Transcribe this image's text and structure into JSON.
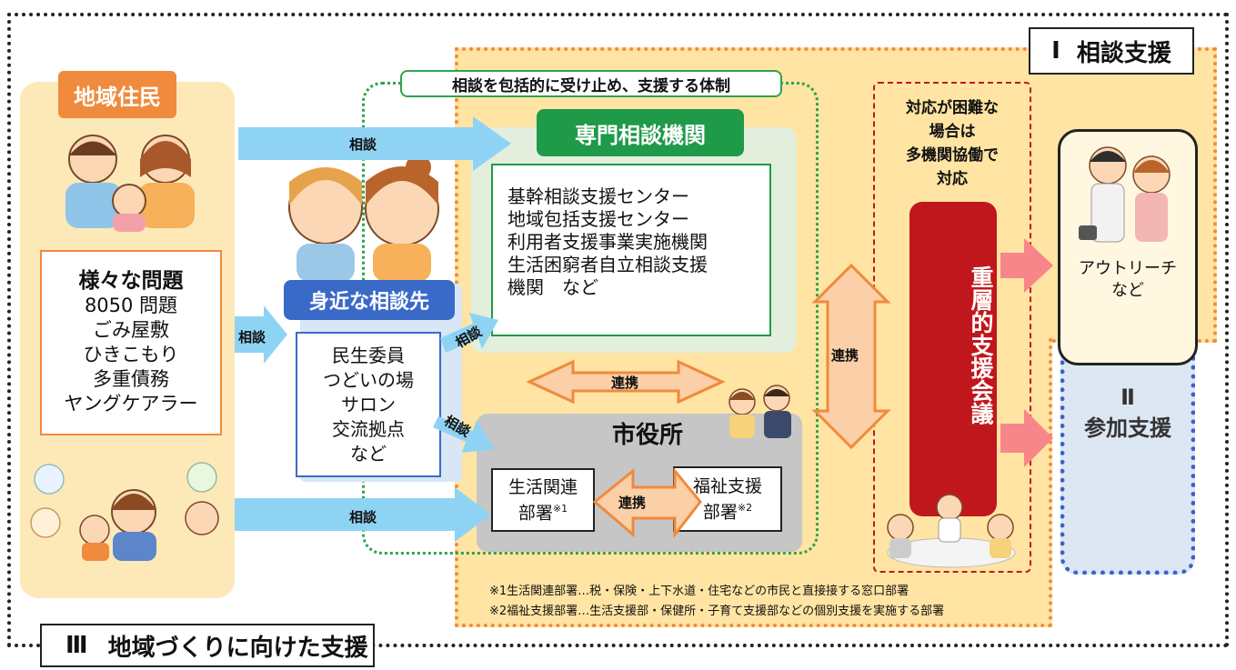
{
  "section3": {
    "num": "Ⅲ",
    "title": "地域づくりに向けた支援"
  },
  "section1": {
    "num": "Ⅰ",
    "title": "相談支援"
  },
  "section2": {
    "num": "Ⅱ",
    "title": "参加支援"
  },
  "residents": {
    "label": "地域住民",
    "problems_title": "様々な問題",
    "problems": [
      "8050 問題",
      "ごみ屋敷",
      "ひきこもり",
      "多重債務",
      "ヤングケアラー"
    ]
  },
  "network_label": "相談を包括的に受け止め、支援する体制",
  "near": {
    "label": "身近な相談先",
    "items": [
      "民生委員",
      "つどいの場",
      "サロン",
      "交流拠点",
      "など"
    ]
  },
  "senmon": {
    "label": "専門相談機関",
    "items": [
      "基幹相談支援センター",
      "地域包括支援センター",
      "利用者支援事業実施機関",
      "生活困窮者自立相談支援",
      "機関　など"
    ]
  },
  "shiyakusho": {
    "label": "市役所",
    "dept1_line1": "生活関連",
    "dept1_line2": "部署",
    "dept1_mark": "※1",
    "dept2_line1": "福祉支援",
    "dept2_line2": "部署",
    "dept2_mark": "※2"
  },
  "arrows": {
    "soudan": "相談",
    "renkei": "連携"
  },
  "difficult": {
    "lines": [
      "対応が困難な",
      "場合は",
      "多機関協働で",
      "対応"
    ]
  },
  "juso": "重層的支援会議",
  "outreach": {
    "line1": "アウトリーチ",
    "line2": "など"
  },
  "notes": [
    "※1生活関連部署…税・保険・上下水道・住宅などの市民と直接接する窓口部署",
    "※2福祉支援部署…生活支援部・保健所・子育て支援部などの個別支援を実施する部署"
  ],
  "colors": {
    "orange": "#f08a3c",
    "green": "#1f9a49",
    "blue": "#3a6ac8",
    "red": "#c0171d",
    "arrow_blue": "#8fd3f4",
    "arrow_pink": "#f7868a"
  }
}
